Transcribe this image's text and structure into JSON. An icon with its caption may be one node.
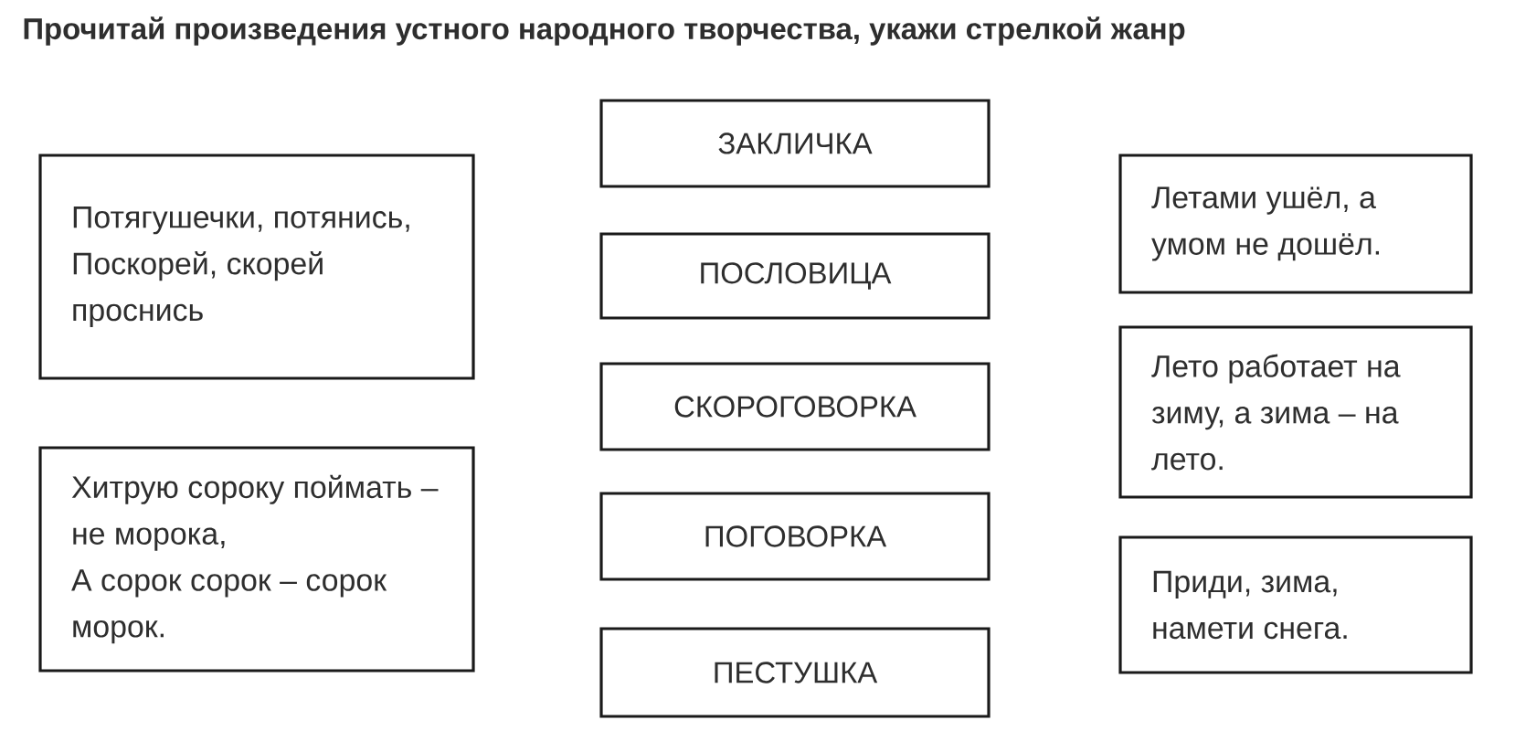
{
  "diagram": {
    "title": "Прочитай произведения устного народного творчества, укажи стрелкой жанр",
    "nodes": [
      {
        "text": [
          "Потягушечки, потянись,",
          "Поскорей, скорей проснись"
        ]
      },
      {
        "text": [
          "Хитрую сороку поймать – не морока,",
          "А сорок сорок – сорок морок."
        ]
      },
      {
        "text": [
          "ЗАКЛИЧКА"
        ]
      },
      {
        "text": [
          "ПОСЛОВИЦА"
        ]
      },
      {
        "text": [
          "СКОРОГОВОРКА"
        ]
      },
      {
        "text": [
          "ПОГОВОРКА"
        ]
      },
      {
        "text": [
          "ПЕСТУШКА"
        ]
      },
      {
        "text": [
          "Летами ушёл, а умом не дошёл."
        ]
      },
      {
        "text": [
          "Лето работает на зиму, а зима – на лето."
        ]
      },
      {
        "text": [
          "Приди, зима, намети снега."
        ]
      }
    ]
  }
}
